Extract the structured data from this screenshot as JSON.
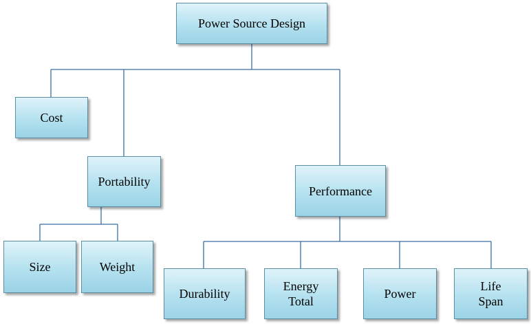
{
  "diagram": {
    "root": {
      "label": "Power Source Design"
    },
    "cost": {
      "label": "Cost"
    },
    "portability": {
      "label": "Portability"
    },
    "performance": {
      "label": "Performance"
    },
    "size": {
      "label": "Size"
    },
    "weight": {
      "label": "Weight"
    },
    "durability": {
      "label": "Durability"
    },
    "energy_total": {
      "line1": "Energy",
      "line2": "Total"
    },
    "power": {
      "label": "Power"
    },
    "life_span": {
      "line1": "Life",
      "line2": "Span"
    }
  }
}
